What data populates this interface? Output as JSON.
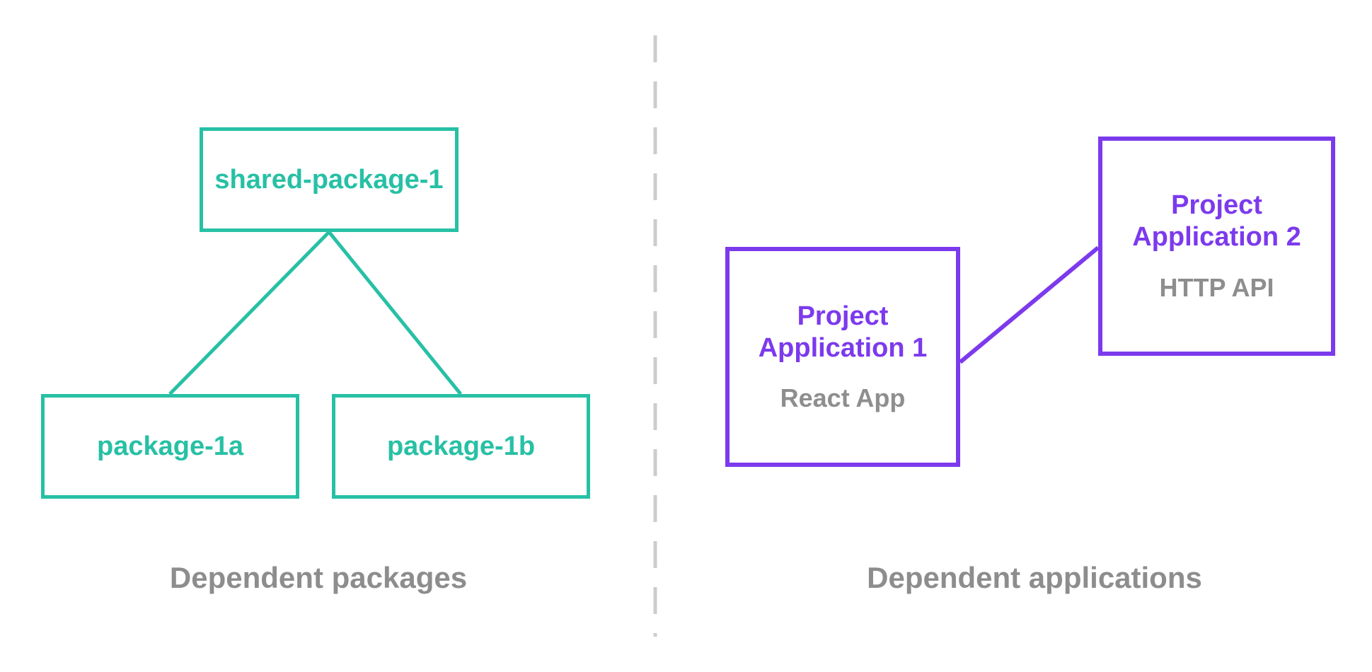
{
  "colors": {
    "teal": "#27c0a5",
    "purple": "#7c3aed",
    "gray_text": "#8e8e8e",
    "label_gray": "#8d8d8d",
    "divider": "#cccccc",
    "background": "#ffffff"
  },
  "left_section": {
    "caption": "Dependent packages",
    "nodes": {
      "shared": {
        "label": "shared-package-1"
      },
      "pkg_a": {
        "label": "package-1a"
      },
      "pkg_b": {
        "label": "package-1b"
      }
    },
    "edges": [
      {
        "from": "shared-package-1",
        "to": "package-1a"
      },
      {
        "from": "shared-package-1",
        "to": "package-1b"
      }
    ]
  },
  "right_section": {
    "caption": "Dependent applications",
    "nodes": {
      "app1": {
        "title": "Project Application 1",
        "subtitle": "React App"
      },
      "app2": {
        "title": "Project Application 2",
        "subtitle": "HTTP API"
      }
    },
    "edges": [
      {
        "from": "Project Application 1",
        "to": "Project Application 2"
      }
    ]
  }
}
